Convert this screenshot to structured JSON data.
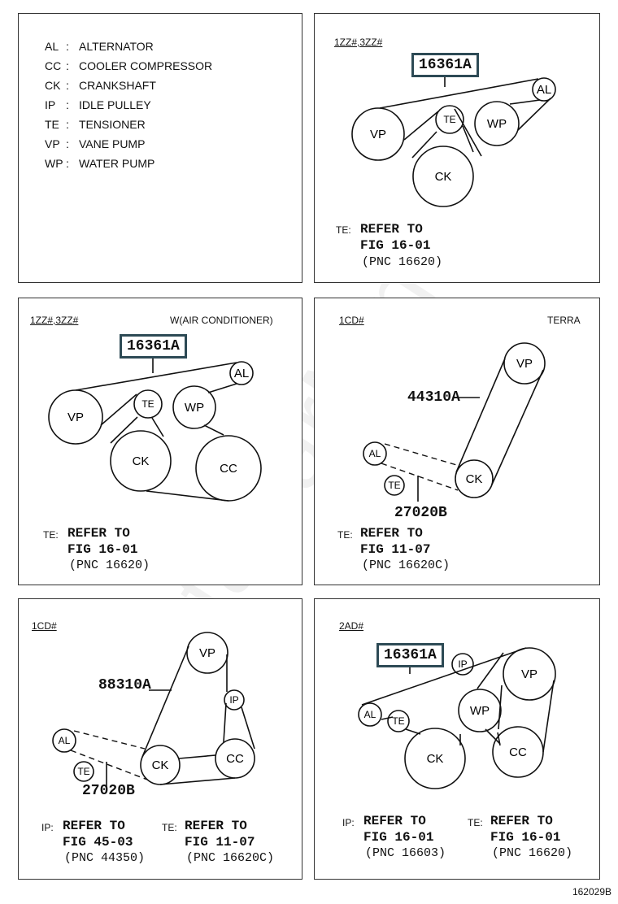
{
  "legend": [
    {
      "code": "AL",
      "name": "ALTERNATOR"
    },
    {
      "code": "CC",
      "name": "COOLER COMPRESSOR"
    },
    {
      "code": "CK",
      "name": "CRANKSHAFT"
    },
    {
      "code": "IP",
      "name": "IDLE PULLEY"
    },
    {
      "code": "TE",
      "name": "TENSIONER"
    },
    {
      "code": "VP",
      "name": "VANE PUMP"
    },
    {
      "code": "WP",
      "name": "WATER PUMP"
    }
  ],
  "sep": ":",
  "pulleys": {
    "AL": "AL",
    "CC": "CC",
    "CK": "CK",
    "IP": "IP",
    "TE": "TE",
    "VP": "VP",
    "WP": "WP"
  },
  "p1": {
    "engine": "1ZZ#,3ZZ#",
    "part": "16361A",
    "ref_label": "TE:",
    "ref1": "REFER TO",
    "ref2": "FIG 16-01",
    "ref3": "(PNC 16620)"
  },
  "p2": {
    "engine": "1ZZ#,3ZZ#",
    "variant": "W(AIR CONDITIONER)",
    "part": "16361A",
    "ref_label": "TE:",
    "ref1": "REFER TO",
    "ref2": "FIG 16-01",
    "ref3": "(PNC 16620)"
  },
  "p3": {
    "engine": "1CD#",
    "variant": "TERRA",
    "part_belt": "44310A",
    "part_te": "27020B",
    "ref_label": "TE:",
    "ref1": "REFER TO",
    "ref2": "FIG 11-07",
    "ref3": "(PNC 16620C)"
  },
  "p4": {
    "engine": "1CD#",
    "part_belt": "88310A",
    "part_te": "27020B",
    "refa_label": "IP:",
    "refa1": "REFER TO",
    "refa2": "FIG 45-03",
    "refa3": "(PNC 44350)",
    "refb_label": "TE:",
    "refb1": "REFER TO",
    "refb2": "FIG 11-07",
    "refb3": "(PNC 16620C)"
  },
  "p5": {
    "engine": "2AD#",
    "part": "16361A",
    "refa_label": "IP:",
    "refa1": "REFER TO",
    "refa2": "FIG 16-01",
    "refa3": "(PNC 16603)",
    "refb_label": "TE:",
    "refb1": "REFER TO",
    "refb2": "FIG 16-01",
    "refb3": "(PNC 16620)"
  },
  "figure_id": "162029B",
  "watermark": "ToyotaCarMine.ru"
}
